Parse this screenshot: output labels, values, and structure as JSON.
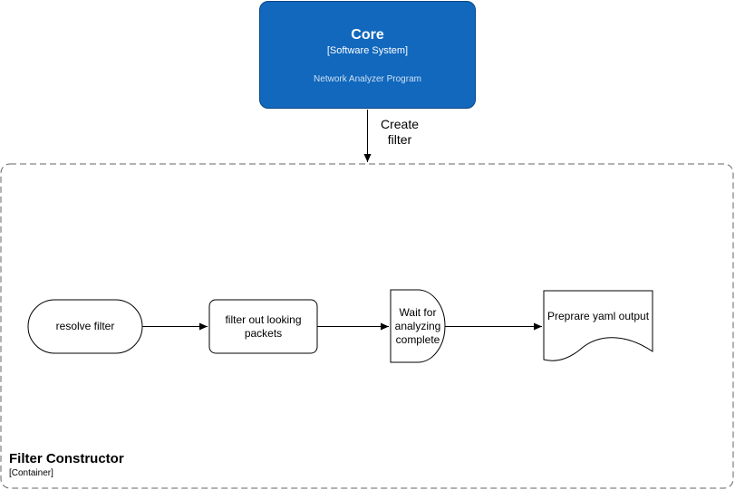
{
  "core": {
    "title": "Core",
    "type": "[Software System]",
    "description": "Network Analyzer Program"
  },
  "edge_core_to_container": {
    "label": "Create filter"
  },
  "container": {
    "title": "Filter Constructor",
    "type": "[Container]"
  },
  "nodes": {
    "resolve_filter": "resolve filter",
    "filter_out": "filter out looking packets",
    "wait_analyzing": "Wait for analyzing complete",
    "prepare_output": "Preprare yaml output"
  },
  "colors": {
    "core_fill": "#1168bd",
    "core_stroke": "#0b4884",
    "line": "#000000",
    "container_border": "#666666"
  }
}
